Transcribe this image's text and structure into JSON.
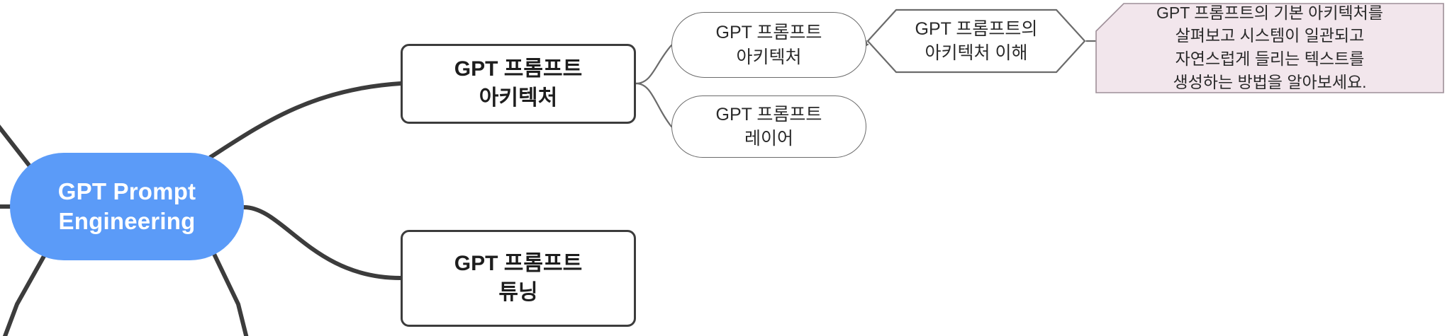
{
  "diagram": {
    "type": "mind-map",
    "title": "GPT Prompt Engineering mind map",
    "background_color": "#ffffff",
    "root_color": "#5b9bf8",
    "root_text_color": "#ffffff",
    "edge_color": "#3c3c3c",
    "box_border_color": "#3c3c3c",
    "pill_border_color": "#6b6b6b",
    "note_fill_color": "#f2e6ec",
    "note_border_color": "#9e8f98"
  },
  "root": {
    "label": "GPT Prompt\nEngineering"
  },
  "topics": [
    {
      "id": "architecture",
      "label": "GPT 프롬프트\n아키텍처",
      "shape": "rounded-rect"
    },
    {
      "id": "tuning",
      "label": "GPT 프롬프트\n튜닝",
      "shape": "rounded-rect"
    }
  ],
  "subtopics": [
    {
      "id": "sub-architecture",
      "label": "GPT 프롬프트\n아키텍처",
      "shape": "pill"
    },
    {
      "id": "sub-layer",
      "label": "GPT 프롬프트\n레이어",
      "shape": "pill"
    }
  ],
  "detail": {
    "id": "hex-understanding",
    "label": "GPT 프롬프트의\n아키텍처 이해",
    "shape": "hexagon"
  },
  "note": {
    "id": "note-summary",
    "label": "GPT 프롬프트의 기본 아키텍처를\n살펴보고 시스템이 일관되고\n자연스럽게 들리는 텍스트를\n생성하는 방법을 알아보세요.",
    "shape": "cut-corner-rect"
  }
}
